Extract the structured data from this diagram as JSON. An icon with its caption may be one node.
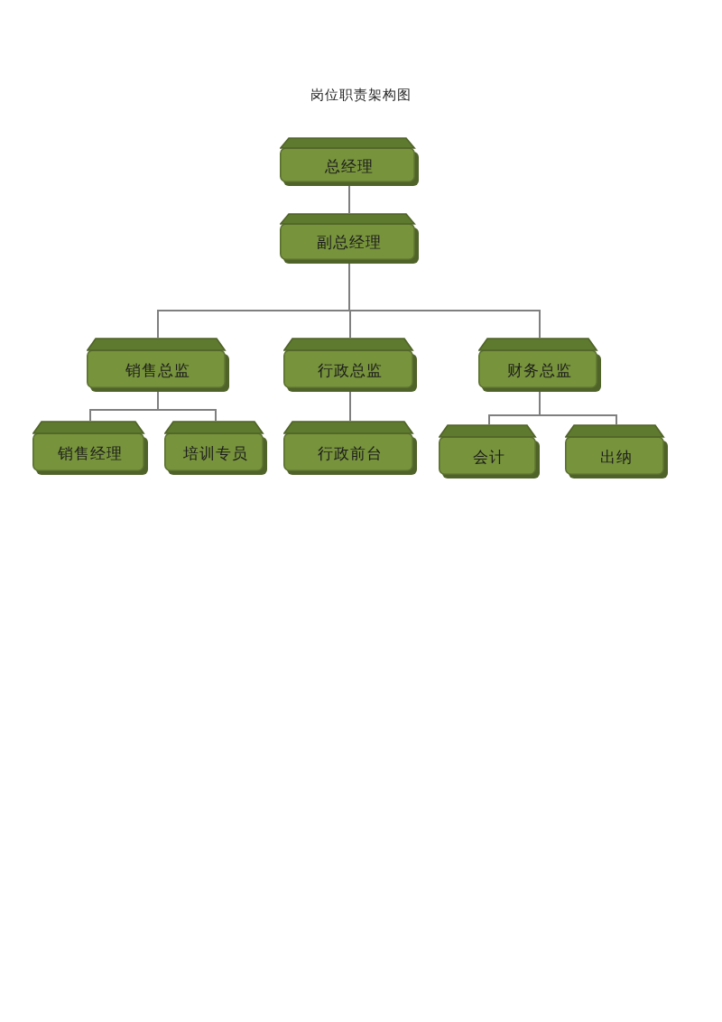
{
  "diagram": {
    "title": "岗位职责架构图",
    "nodes": [
      {
        "text": [
          "总经理"
        ]
      },
      {
        "text": [
          "副总经理"
        ]
      },
      {
        "text": [
          "销售总监"
        ]
      },
      {
        "text": [
          "行政总监"
        ]
      },
      {
        "text": [
          "财务总监"
        ]
      },
      {
        "text": [
          "销售经理"
        ]
      },
      {
        "text": [
          "培训专员"
        ]
      },
      {
        "text": [
          "行政前台"
        ]
      },
      {
        "text": [
          "会计"
        ]
      },
      {
        "text": [
          "出纳"
        ]
      }
    ],
    "edges": [
      {
        "from": 0,
        "to": 1,
        "arrow": "none"
      },
      {
        "from": 1,
        "to": 2,
        "arrow": "none"
      },
      {
        "from": 1,
        "to": 3,
        "arrow": "none"
      },
      {
        "from": 1,
        "to": 4,
        "arrow": "none"
      },
      {
        "from": 2,
        "to": 5,
        "arrow": "none"
      },
      {
        "from": 2,
        "to": 6,
        "arrow": "none"
      },
      {
        "from": 3,
        "to": 7,
        "arrow": "none"
      },
      {
        "from": 4,
        "to": 8,
        "arrow": "none"
      },
      {
        "from": 4,
        "to": 9,
        "arrow": "none"
      }
    ]
  }
}
